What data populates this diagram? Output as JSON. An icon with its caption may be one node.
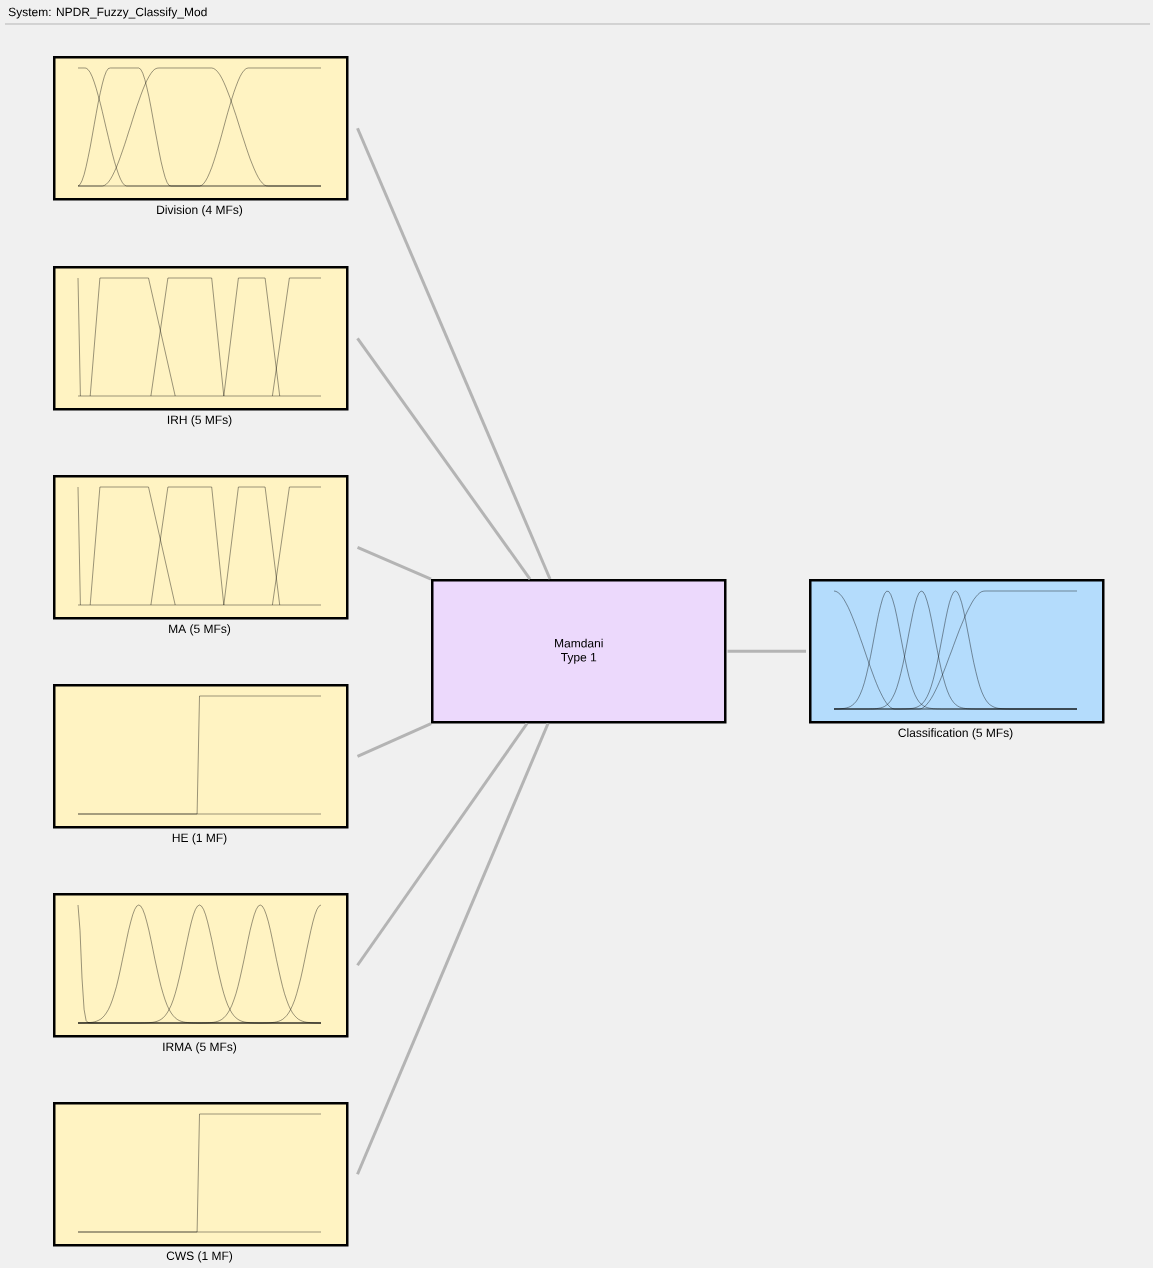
{
  "diagram": {
    "title": "System: NPDR_Fuzzy_Classify_Mod",
    "nodes": [
      {
        "text": [
          "Division (4 MFs)"
        ]
      },
      {
        "text": [
          "IRH (5 MFs)"
        ]
      },
      {
        "text": [
          "MA (5 MFs)"
        ]
      },
      {
        "text": [
          "HE (1 MF)"
        ]
      },
      {
        "text": [
          "IRMA (5 MFs)"
        ]
      },
      {
        "text": [
          "CWS (1 MF)"
        ]
      },
      {
        "text": [
          "Mamdani Type 1"
        ]
      },
      {
        "text": [
          "Classification (5 MFs)"
        ]
      }
    ],
    "edges": [
      {
        "from": 0,
        "to": 6,
        "arrow": "none"
      },
      {
        "from": 1,
        "to": 6,
        "arrow": "none"
      },
      {
        "from": 2,
        "to": 6,
        "arrow": "none"
      },
      {
        "from": 3,
        "to": 6,
        "arrow": "none"
      },
      {
        "from": 4,
        "to": 6,
        "arrow": "none"
      },
      {
        "from": 5,
        "to": 6,
        "arrow": "none"
      },
      {
        "from": 6,
        "to": 7,
        "arrow": "none"
      }
    ]
  }
}
